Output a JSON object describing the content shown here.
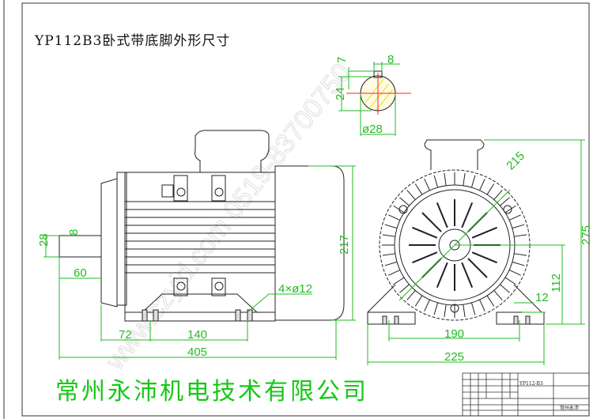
{
  "drawing": {
    "title": "YP112B3卧式带底脚外形尺寸",
    "company": "常州永沛机电技术有限公司",
    "watermark": "www.czyjd.com 0519-83700750",
    "title_block": {
      "model": "YP112-B3",
      "company_short": "常州永沛"
    },
    "shaft_dims": {
      "key_depth": "7",
      "key_width": "8",
      "key_height": "24",
      "diameter": "ø28"
    },
    "side_view_dims": {
      "shaft_diameter": "28",
      "key": "8",
      "shaft_length": "60",
      "foot_offset": "72",
      "foot_spacing": "140",
      "total_length": "405",
      "height": "217",
      "holes": "4×ø12"
    },
    "front_view_dims": {
      "flange": "215",
      "total_height": "275",
      "center_height": "112",
      "foot_thickness": "12",
      "foot_spacing": "190",
      "total_width": "225"
    },
    "colors": {
      "dimension": "#22bb22",
      "outline": "#222222",
      "center": "#ff2020",
      "hatch": "#e6d000"
    }
  }
}
